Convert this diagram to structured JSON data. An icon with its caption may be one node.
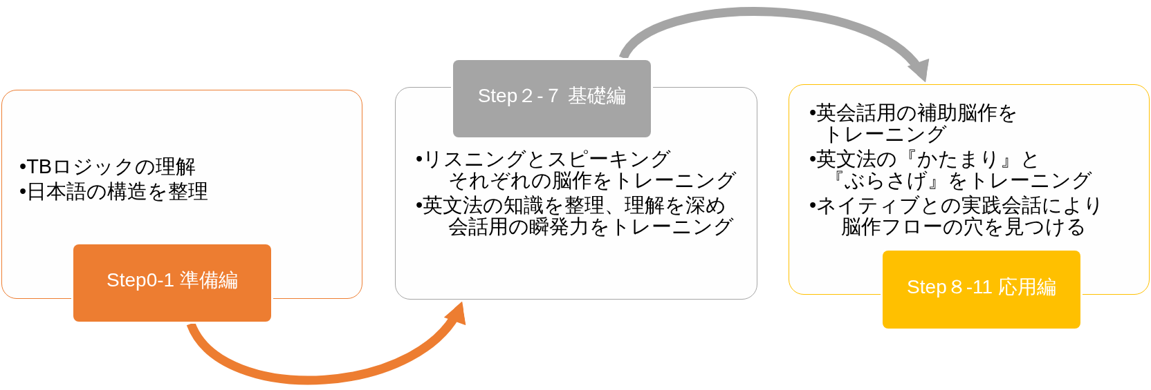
{
  "diagram": {
    "nodes": [
      {
        "text": [
          "•TBロジックの理解",
          "•日本語の構造を整理"
        ]
      },
      {
        "text": [
          "Step0-1 準備編"
        ]
      },
      {
        "text": [
          "Step２-７ 基礎編"
        ]
      },
      {
        "text": [
          "•リスニングとスピーキングそれぞれの脳作をトレーニング",
          "•英文法の知識を整理、理解を深め会話用の瞬発力をトレーニング"
        ]
      },
      {
        "text": [
          "•英会話用の補助脳作をトレーニング",
          "•英文法の『かたまり』と『ぶらさげ』をトレーニング",
          "•ネイティブとの実践会話により脳作フローの穴を見つける"
        ]
      },
      {
        "text": [
          "Step８-11 応用編"
        ]
      }
    ],
    "edges": [
      {
        "from": 1,
        "to": 3,
        "arrow": "to",
        "color": "#ed7d31"
      },
      {
        "from": 2,
        "to": 4,
        "arrow": "to",
        "color": "#a5a5a5"
      }
    ]
  }
}
